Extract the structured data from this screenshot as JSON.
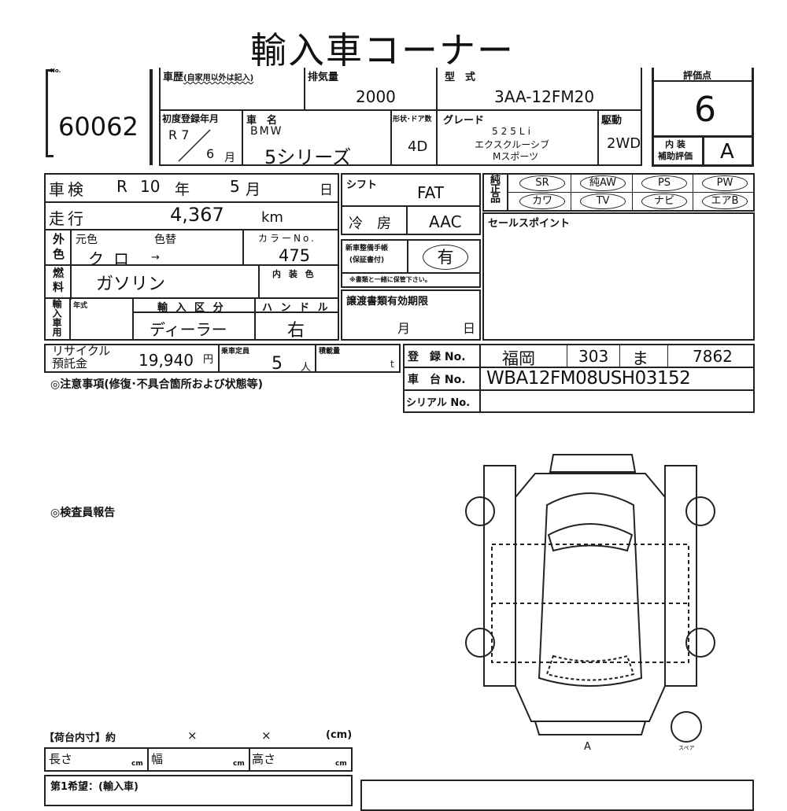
{
  "title": "輸入車コーナー",
  "lot": {
    "label": "No.",
    "value": "60062"
  },
  "history": {
    "label": "車歴",
    "note": "(自家用以外は記入)"
  },
  "displacement": {
    "label": "排気量",
    "value": "2000"
  },
  "model_code": {
    "label": "型　式",
    "value": "3AA-12FM20"
  },
  "first_reg": {
    "label": "初度登録年月",
    "era_year": "R 7",
    "month": "6",
    "month_unit": "月"
  },
  "car_name": {
    "label": "車　名",
    "maker": "BMW",
    "value": "5シリーズ"
  },
  "body": {
    "label": "形状･ドア数",
    "value": "4D"
  },
  "grade": {
    "label": "グレード",
    "line1": "525Li",
    "line2": "エクスクルーシブ",
    "line3": "Mスポーツ"
  },
  "drive": {
    "label": "駆動",
    "value": "2WD"
  },
  "score": {
    "label": "評価点",
    "value": "6",
    "interior_label1": "内 装",
    "interior_label2": "補助評価",
    "interior_value": "A"
  },
  "inspection": {
    "label": "車検",
    "era": "R",
    "year": "10",
    "year_unit": "年",
    "month": "5",
    "month_unit": "月",
    "day_unit": "日"
  },
  "mileage": {
    "label": "走行",
    "value": "4,367",
    "unit": "km"
  },
  "color": {
    "label1": "外",
    "label2": "色",
    "orig_label": "元色",
    "change_label": "色替",
    "orig": "クロ",
    "arrow": "→",
    "code_label": "カラーNo.",
    "code": "475"
  },
  "fuel": {
    "label1": "燃",
    "label2": "料",
    "value": "ガソリン",
    "interior_color_label": "内 装 色"
  },
  "import": {
    "label": "輸入車用",
    "year_label": "年式",
    "type_label": "輸 入 区 分",
    "type": "ディーラー",
    "handle_label": "ハ ン ド ル",
    "handle": "右"
  },
  "shift": {
    "label": "シフト",
    "value": "FAT"
  },
  "ac": {
    "label": "冷　房",
    "value": "AAC"
  },
  "manual": {
    "label1": "新車整備手帳",
    "label2": "(保証書付)",
    "value": "有",
    "note": "※書類と一緒に保管下さい。"
  },
  "transfer": {
    "label": "譲渡書類有効期限",
    "month_unit": "月",
    "day_unit": "日"
  },
  "genuine": {
    "label": "純正品",
    "items": [
      "SR",
      "純AW",
      "PS",
      "PW",
      "カワ",
      "TV",
      "ナビ",
      "エアB"
    ]
  },
  "sales_point": {
    "label": "セールスポイント"
  },
  "recycle": {
    "label1": "リサイクル",
    "label2": "預託金",
    "value": "19,940",
    "unit": "円"
  },
  "capacity": {
    "label": "乗車定員",
    "value": "5",
    "unit": "人"
  },
  "load": {
    "label": "積載量",
    "unit": "t"
  },
  "registration": {
    "label": "登　録 No.",
    "pref": "福岡",
    "class": "303",
    "kana": "ま",
    "number": "7862"
  },
  "chassis": {
    "label": "車　台 No.",
    "value": "WBA12FM08USH03152"
  },
  "serial": {
    "label": "シリアル No."
  },
  "caution": "◎注意事項(修復･不具合箇所および状態等)",
  "inspector": "◎検査員報告",
  "diagram": {
    "mark": "A",
    "spare": "スペア"
  },
  "cargo": {
    "label": "【荷台内寸】約",
    "x1": "×",
    "x2": "×",
    "unit": "(cm)",
    "length": "長さ",
    "width": "幅",
    "height": "高さ",
    "cm": "cm"
  },
  "wish": "第1希望：(輸入車)"
}
